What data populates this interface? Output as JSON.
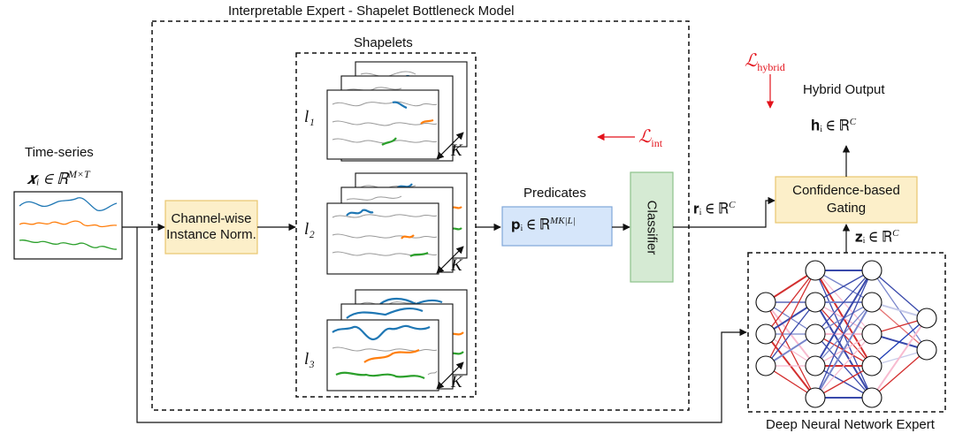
{
  "title": "Interpretable Expert - Shapelet Bottleneck Model",
  "input": {
    "label": "Time-series",
    "math": "𝒙ᵢ ∈ ℝ",
    "math_sup": "M×T"
  },
  "norm_box": {
    "line1": "Channel-wise",
    "line2": "Instance Norm."
  },
  "shapelets": {
    "label": "Shapelets",
    "groups": [
      "l₁",
      "l₂",
      "l₃"
    ],
    "k": "K"
  },
  "predicates": {
    "label": "Predicates",
    "math": "𝐩ᵢ ∈ ℝ",
    "math_sup": "MK|L|"
  },
  "classifier": {
    "label": "Classifier"
  },
  "loss_int": {
    "main": "ℒ",
    "sub": "int"
  },
  "loss_hybrid": {
    "main": "ℒ",
    "sub": "hybrid"
  },
  "r_vec": {
    "math": "𝐫ᵢ ∈ ℝ",
    "sup": "C"
  },
  "z_vec": {
    "math": "𝐳ᵢ ∈ ℝ",
    "sup": "C"
  },
  "gating": {
    "line1": "Confidence-based",
    "line2": "Gating"
  },
  "hybrid_output": {
    "label": "Hybrid Output",
    "math": "𝐡ᵢ ∈ ℝ",
    "sup": "C"
  },
  "dnn": {
    "label": "Deep Neural Network Expert"
  },
  "colors": {
    "blue": "#1f77b4",
    "orange": "#ff7f0e",
    "green": "#2ca02c",
    "red": "#e3121b",
    "yellow_fill": "#fcefc9",
    "yellow_edge": "#e8c66f",
    "blue_fill": "#d6e6fa",
    "green_fill": "#d5ead3"
  }
}
